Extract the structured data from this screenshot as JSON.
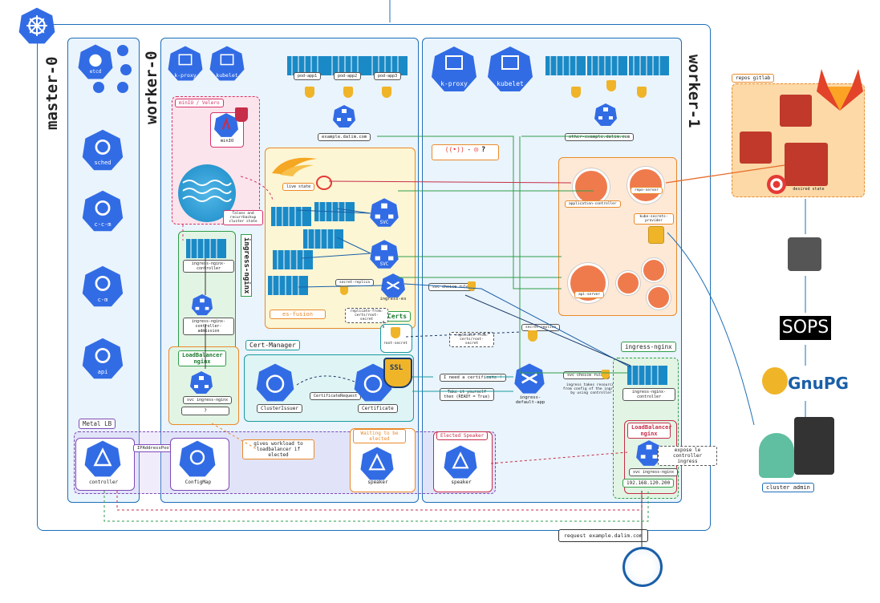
{
  "nodes": {
    "master": "master-0",
    "worker0": "worker-0",
    "worker1": "worker-1"
  },
  "master_components": {
    "etcd": "etcd",
    "sched": "sched",
    "ccm": "c-c-m",
    "cm": "c-m",
    "api": "api"
  },
  "worker0": {
    "kproxy": "k-proxy",
    "kubelet": "kubelet",
    "minio_title": "minIO / Velero",
    "minio": "minIO",
    "velero_note": "Taloes and recurrbackup cluster state",
    "ingress_nginx_vertical": "ingress-nginx",
    "ingress_controller": "ingress-nginx-controller",
    "ingress_admission": "ingress-nginx-controller-admission",
    "lb_nginx": "LoadBalancer nginx",
    "svc_ingress": "svc ingress-nginx",
    "question": "?",
    "cert_manager": "Cert-Manager",
    "cluster_issuer": "ClusterIssuer",
    "certificate_request": "CertificateRequest",
    "certificate": "Certificate",
    "ssl": "SSL"
  },
  "apps": {
    "pod1": "pod-app1",
    "pod2": "pod-app2",
    "pod3": "pod-app3",
    "svc": "SVC",
    "host1": "example.dalim.com",
    "host2": "other-example.dalim.com",
    "live_state": "live state",
    "es_fusion": "es-fusion",
    "secret_replica": "secret-replica",
    "ingress_es": "ingress-es",
    "replicate_from": "replicate-from: certs/root-secret",
    "certs": "Certs",
    "root_secret": "root-secret",
    "svc_choice": "svc choice rules",
    "ingress_default": "ingress-default-app",
    "need_cert": "I need a certificate !",
    "take_it": "Take it yourself then (READY = True)",
    "replicate_note": "replicate-from: certs/root-secret",
    "ingress_note": "ingress takes resources from config of the ingress by using controller",
    "signal_q": "?"
  },
  "worker1": {
    "kproxy": "k-proxy",
    "kubelet": "kubelet",
    "application_controller": "application-controller",
    "repo_server": "repo-server",
    "kube_secrets": "kube-secrets-provider",
    "api_server": "api-server",
    "ingress_nginx_title": "ingress-nginx",
    "ingress_controller": "ingress-nginx-controller",
    "lb_nginx": "LoadBalancer nginx",
    "svc_ingress": "svc ingress-nginx",
    "ip": "192.168.120.200",
    "expose": "expose le controller ingress"
  },
  "metallb": {
    "title": "Metal LB",
    "controller": "controller",
    "ip_pool": "IPAddressPool",
    "configmap": "ConfigMap",
    "gives_workload": "gives workload to loadbalancer if elected",
    "waiting": "Waiting to be elected",
    "elected": "Elected Speaker",
    "speaker": "speaker"
  },
  "external": {
    "repos_gitlab": "repos gitlab",
    "desired_state": "desired state",
    "sops": "SOPS",
    "gnupg": "GnuPG",
    "cluster_admin": "cluster admin",
    "request": "request example.dalim.com"
  },
  "colors": {
    "k8s_blue": "#326ce5",
    "panel_border": "#1d6fb8",
    "green": "#2e9e4a",
    "orange": "#ea8a2a",
    "pink": "#d9336b",
    "purple": "#7e4ab8",
    "teal": "#1a9aa0"
  }
}
